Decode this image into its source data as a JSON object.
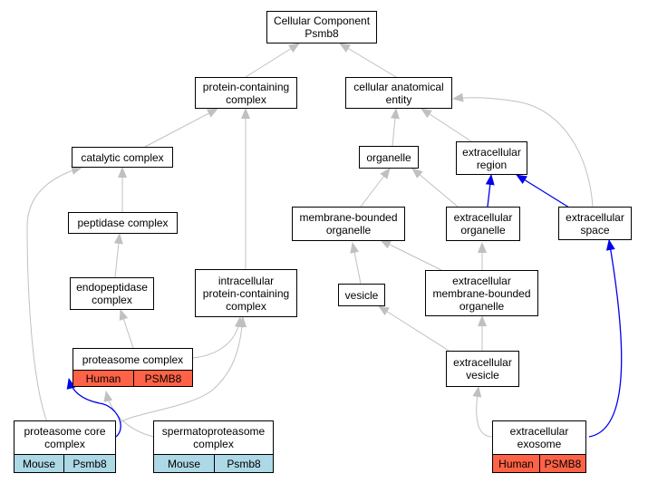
{
  "colors": {
    "edge_gray": "#c0c0c0",
    "edge_blue": "#0000ee",
    "human_red": "#ff6347",
    "mouse_blue": "#add8e6"
  },
  "nodes": {
    "root": {
      "line1": "Cellular Component",
      "line2": "Psmb8"
    },
    "pcc": {
      "line1": "protein-containing",
      "line2": "complex"
    },
    "cae": {
      "line1": "cellular anatomical",
      "line2": "entity"
    },
    "cat": {
      "line1": "catalytic complex"
    },
    "org": {
      "line1": "organelle"
    },
    "exreg": {
      "line1": "extracellular",
      "line2": "region"
    },
    "pep": {
      "line1": "peptidase complex"
    },
    "mbo": {
      "line1": "membrane-bounded",
      "line2": "organelle"
    },
    "exorg": {
      "line1": "extracellular",
      "line2": "organelle"
    },
    "exsp": {
      "line1": "extracellular",
      "line2": "space"
    },
    "endo": {
      "line1": "endopeptidase",
      "line2": "complex"
    },
    "ipcc": {
      "line1": "intracellular",
      "line2": "protein-containing",
      "line3": "complex"
    },
    "ves": {
      "line1": "vesicle"
    },
    "exmbo": {
      "line1": "extracellular",
      "line2": "membrane-bounded",
      "line3": "organelle"
    },
    "prot": {
      "line1": "proteasome complex",
      "species": "Human",
      "gene": "PSMB8"
    },
    "exves": {
      "line1": "extracellular",
      "line2": "vesicle"
    },
    "pcore": {
      "line1": "proteasome core",
      "line2": "complex",
      "species": "Mouse",
      "gene": "Psmb8"
    },
    "spermat": {
      "line1": "spermatoproteasome",
      "line2": "complex",
      "species": "Mouse",
      "gene": "Psmb8"
    },
    "exo": {
      "line1": "extracellular",
      "line2": "exosome",
      "species": "Human",
      "gene": "PSMB8"
    }
  }
}
